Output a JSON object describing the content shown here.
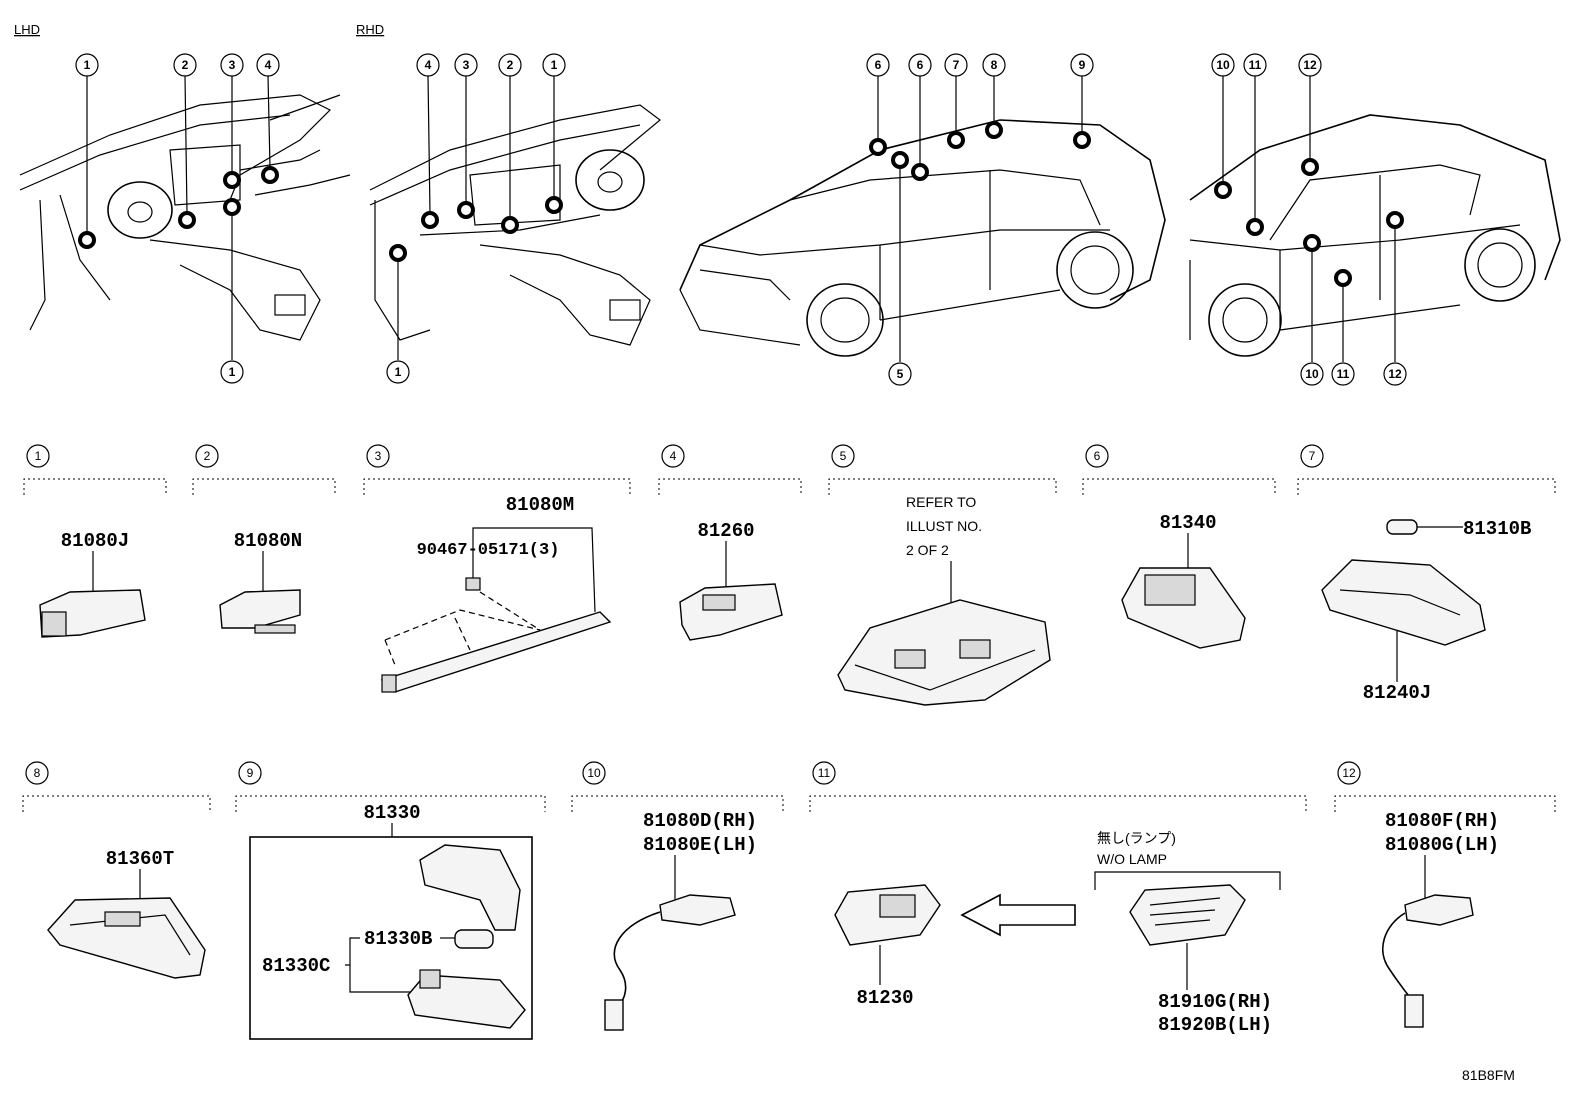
{
  "views": {
    "lhd_label": "LHD",
    "rhd_label": "RHD"
  },
  "callouts": {
    "c1": "1",
    "c2": "2",
    "c3": "3",
    "c4": "4",
    "c5": "5",
    "c6": "6",
    "c7": "7",
    "c8": "8",
    "c9": "9",
    "c10": "10",
    "c11": "11",
    "c12": "12"
  },
  "sections": [
    {
      "number": "1",
      "parts": [
        "81080J"
      ]
    },
    {
      "number": "2",
      "parts": [
        "81080N"
      ]
    },
    {
      "number": "3",
      "parts": [
        "81080M",
        "90467-05171(3)"
      ]
    },
    {
      "number": "4",
      "parts": [
        "81260"
      ]
    },
    {
      "number": "5",
      "note": [
        "REFER TO",
        "ILLUST NO.",
        "2 OF 2"
      ]
    },
    {
      "number": "6",
      "parts": [
        "81340"
      ]
    },
    {
      "number": "7",
      "parts": [
        "81310B",
        "81240J"
      ]
    },
    {
      "number": "8",
      "parts": [
        "81360T"
      ]
    },
    {
      "number": "9",
      "parts": [
        "81330",
        "81330B",
        "81330C"
      ]
    },
    {
      "number": "10",
      "parts": [
        "81080D(RH)",
        "81080E(LH)"
      ]
    },
    {
      "number": "11",
      "parts": [
        "81230",
        "81910G(RH)",
        "81920B(LH)"
      ],
      "note": [
        "無し(ランプ)",
        "W/O LAMP"
      ]
    },
    {
      "number": "12",
      "parts": [
        "81080F(RH)",
        "81080G(LH)"
      ]
    }
  ],
  "illustration_code": "81B8FM"
}
